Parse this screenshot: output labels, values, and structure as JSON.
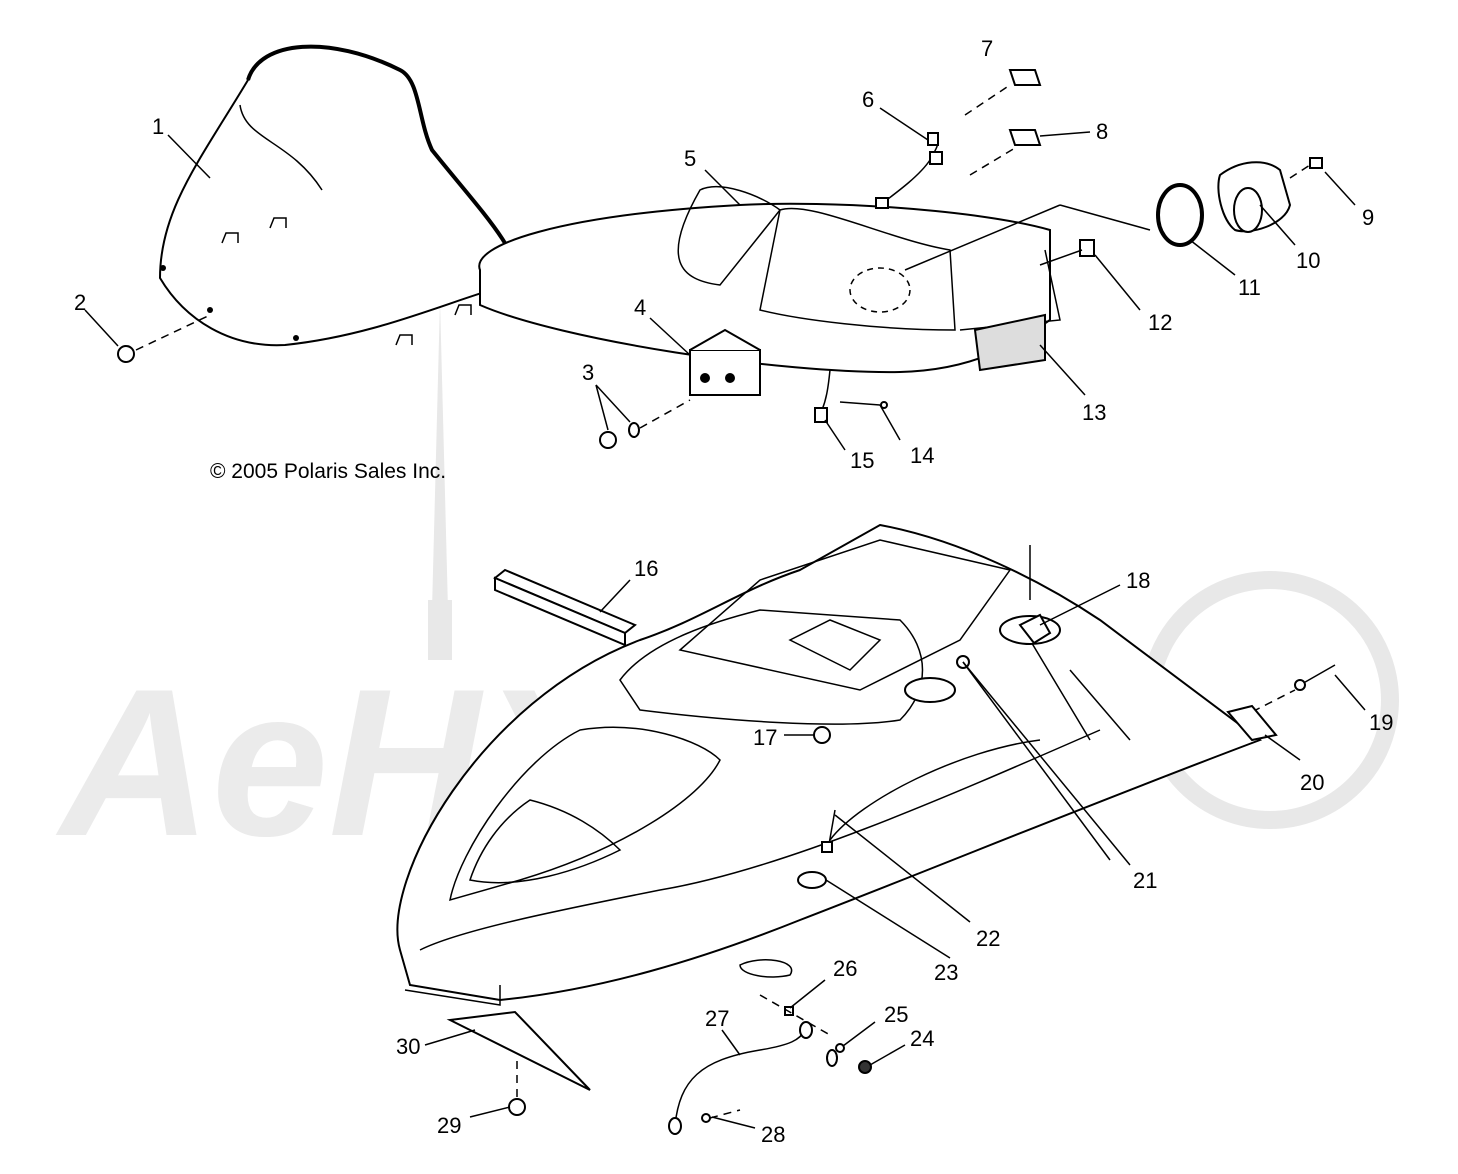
{
  "copyright": "© 2005 Polaris Sales Inc.",
  "watermark": "AeHXvm",
  "callouts": [
    "1",
    "2",
    "3",
    "4",
    "5",
    "6",
    "7",
    "8",
    "9",
    "10",
    "11",
    "12",
    "13",
    "14",
    "15",
    "16",
    "17",
    "18",
    "19",
    "20",
    "21",
    "22",
    "23",
    "24",
    "25",
    "26",
    "27",
    "28",
    "29",
    "30"
  ]
}
